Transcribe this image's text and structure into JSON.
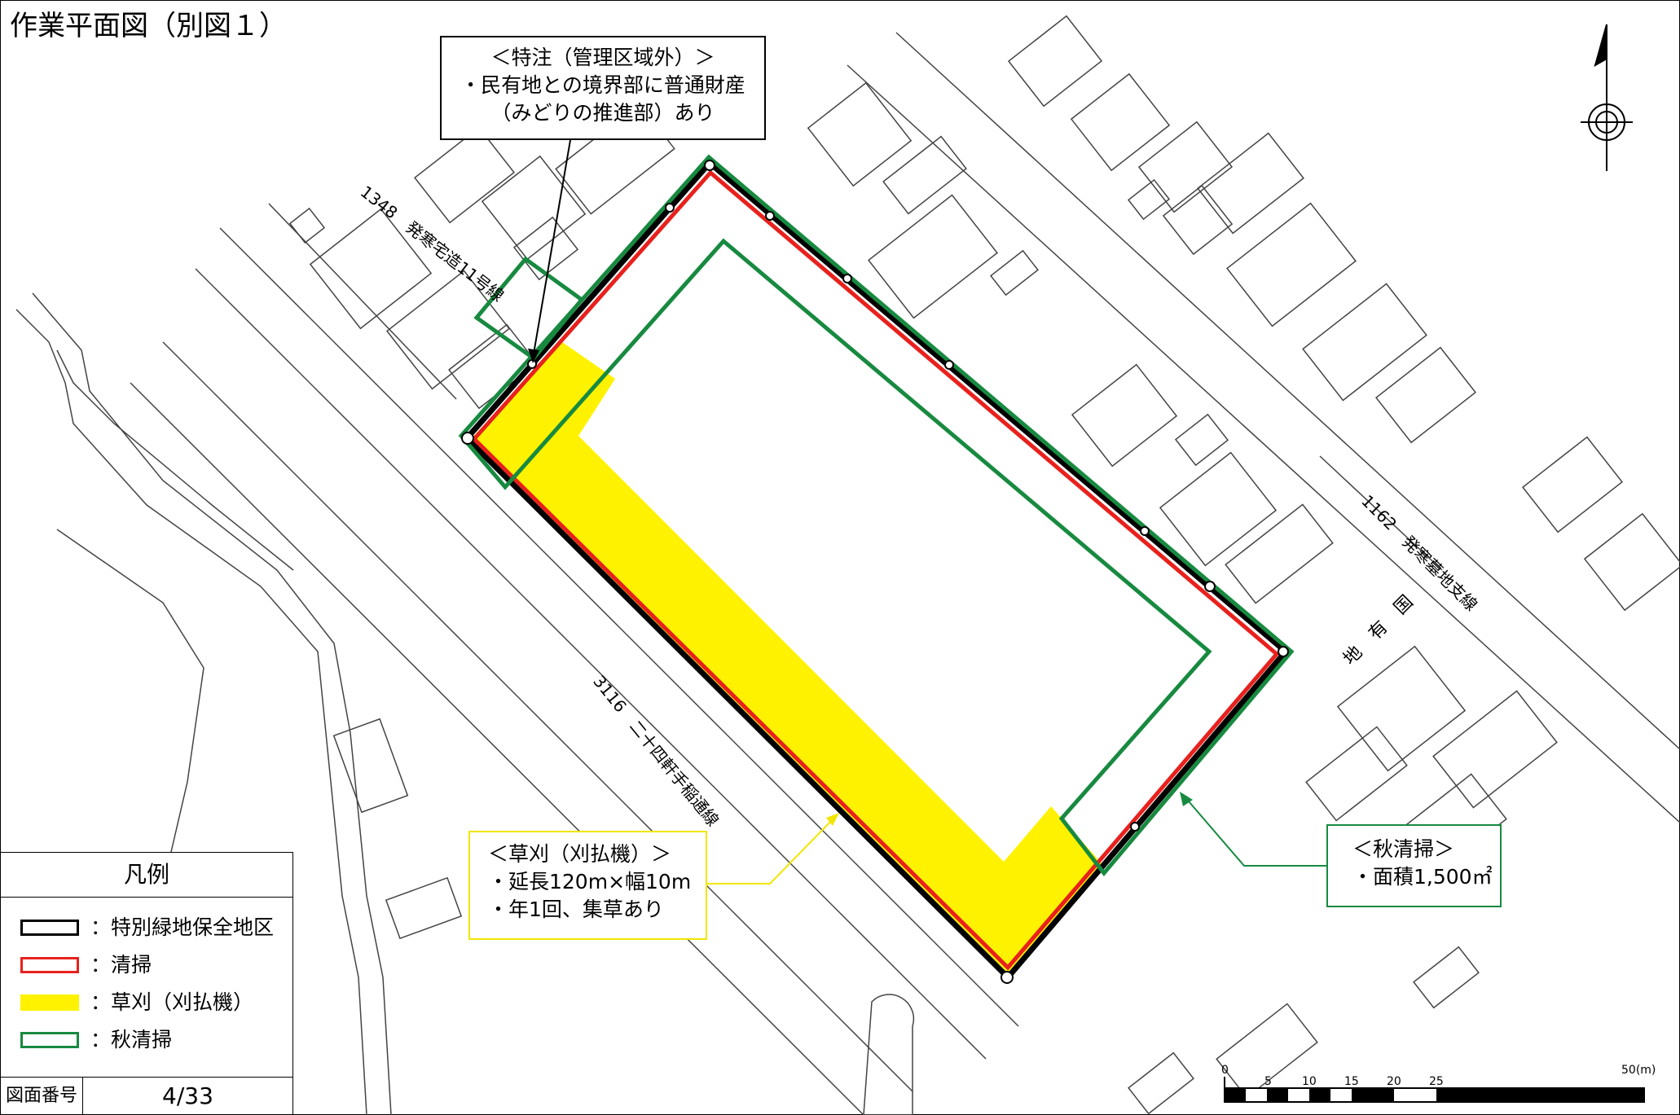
{
  "title": "作業平面図（別図１）",
  "callouts": {
    "special": {
      "lines": [
        "＜特注（管理区域外）＞",
        "・民有地との境界部に普通財産",
        "（みどりの推進部）あり"
      ]
    },
    "mowing": {
      "lines": [
        "＜草刈（刈払機）＞",
        "・延長120m×幅10m",
        "・年1回、集草あり"
      ]
    },
    "autumn": {
      "lines": [
        "＜秋清掃＞",
        "・面積1,500㎡"
      ]
    }
  },
  "road_labels": {
    "road_1348": "1348　発寒宅造11号線",
    "road_3116": "3116　二十四軒手稲通線",
    "road_1162": "1162　発寒墓地支線",
    "private_land": "地　有　国"
  },
  "legend": {
    "title": "凡例",
    "items": [
      {
        "label": "：特別緑地保全地区",
        "color": "#000000",
        "style": "outline"
      },
      {
        "label": "：清掃",
        "color": "#e8211d",
        "style": "outline"
      },
      {
        "label": "：草刈（刈払機）",
        "color": "#fff200",
        "style": "fill"
      },
      {
        "label": "：秋清掃",
        "color": "#178a40",
        "style": "outline"
      }
    ],
    "figure_number_label": "図面番号",
    "figure_number": "4/33"
  },
  "scale_bar": {
    "ticks": [
      "0",
      "5",
      "10",
      "15",
      "20",
      "25",
      "50(m)"
    ]
  },
  "colors": {
    "conservation": "#000000",
    "cleaning": "#e8211d",
    "mowing": "#fff200",
    "autumn": "#178a40",
    "basemap": "#444444"
  },
  "icons": [
    "north-arrow-icon"
  ]
}
